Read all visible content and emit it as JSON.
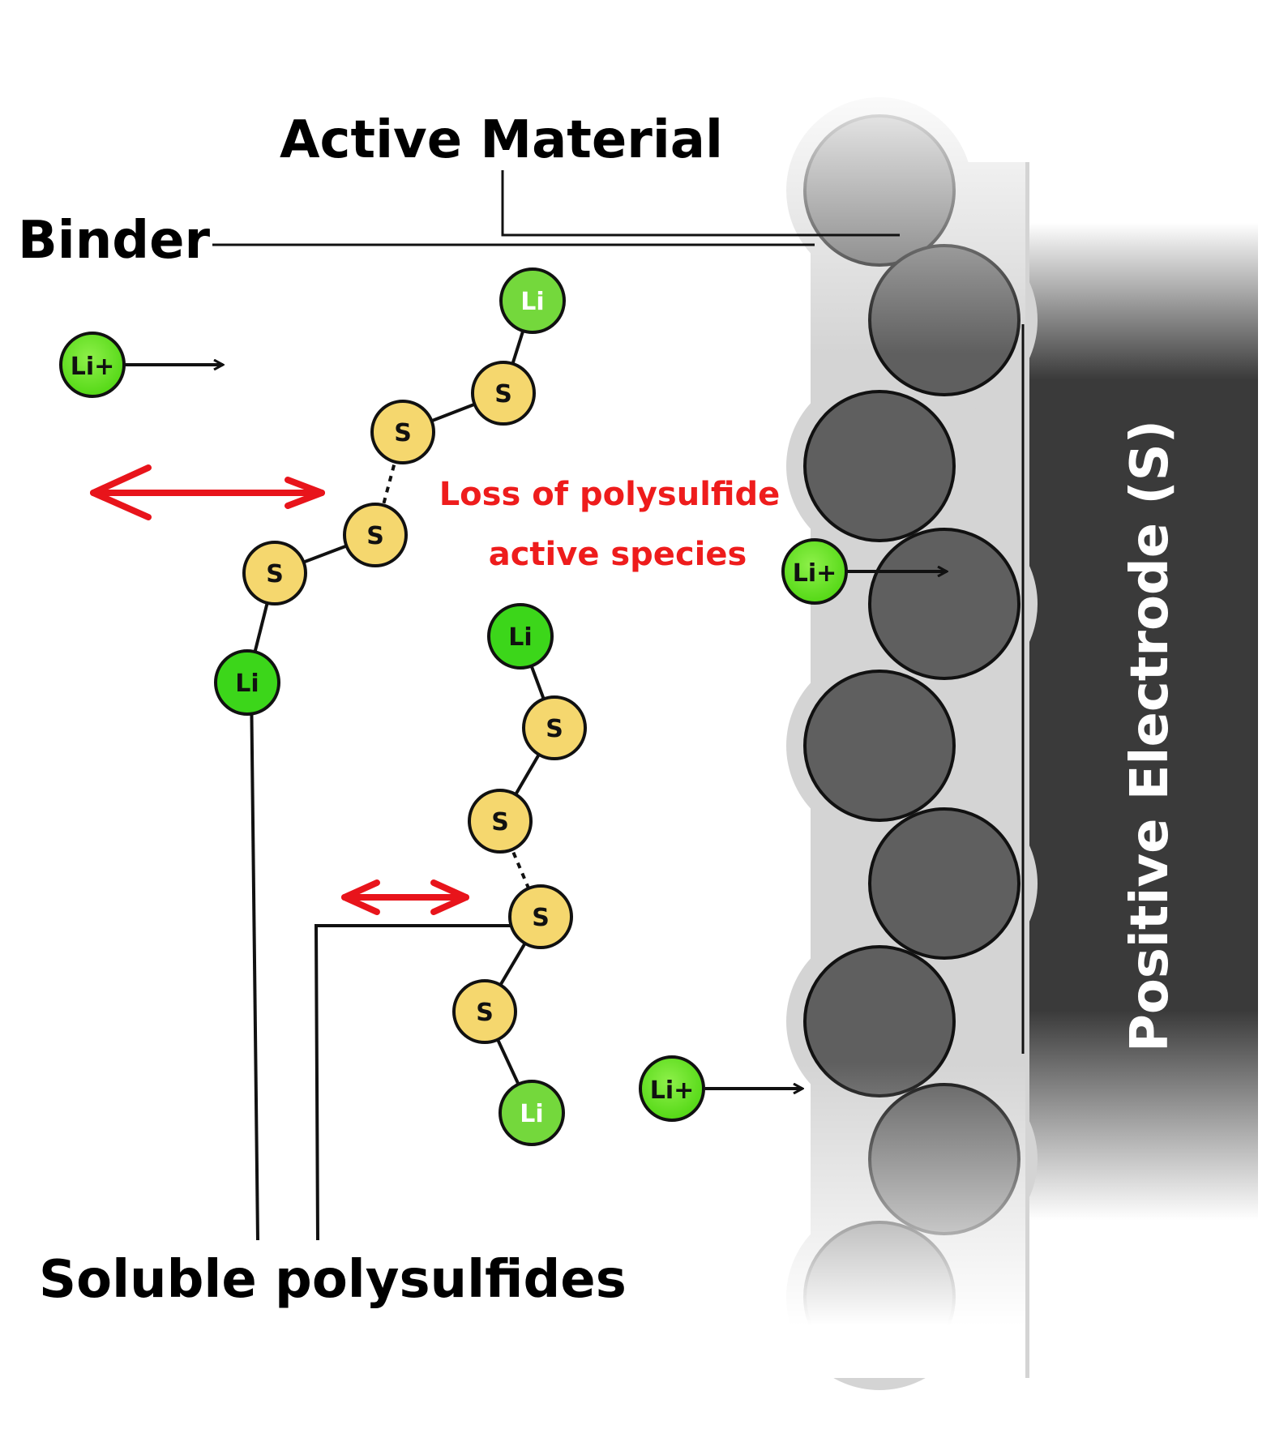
{
  "labels": {
    "active_material": "Active Material",
    "binder": "Binder",
    "loss_line1": "Loss of polysulfide",
    "loss_line2": "active species",
    "soluble": "Soluble polysulfides",
    "electrode": "Positive Electrode (S)"
  },
  "atoms": {
    "li_ion": "Li+",
    "li": "Li",
    "s": "S"
  },
  "colors": {
    "li_green": "#5fe31e",
    "s_yellow": "#f5d76e",
    "red_arrow": "#e8141b",
    "red_text": "#ee1c1c",
    "electrode_dark": "#3a3a3a",
    "particle_dark": "#606060",
    "binder_gray": "#d3d3d3"
  }
}
